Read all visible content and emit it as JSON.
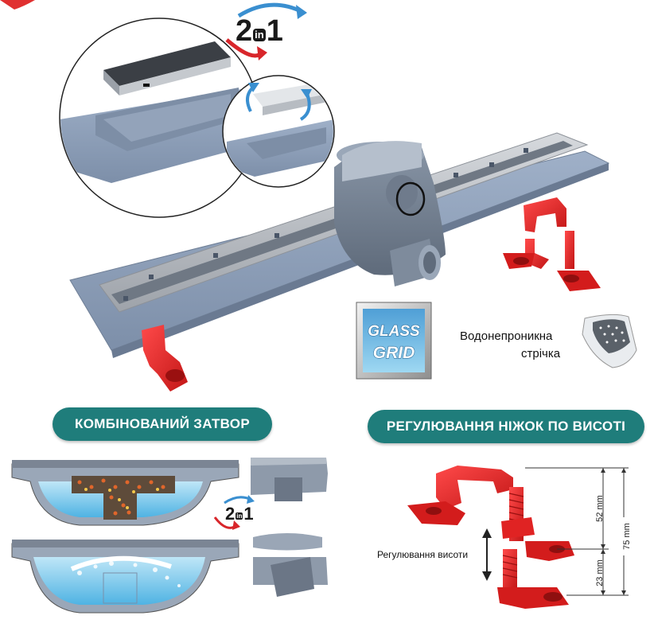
{
  "badge": {
    "two": "2",
    "in": "in",
    "one": "1"
  },
  "glass_grid": {
    "line1": "GLASS",
    "line2": "GRID"
  },
  "tape": {
    "line1": "Водонепроникна",
    "line2": "стрічка"
  },
  "sections": {
    "combined_trap": "КОМБІНОВАНИЙ ЗАТВОР",
    "leg_height": "РЕГУЛЮВАННЯ НІЖОК ПО ВИСОТІ"
  },
  "leg_diagram": {
    "adjust_label": "Регулювання висоти",
    "dim_top": "52 mm",
    "dim_bottom": "23 mm",
    "dim_total": "75 mm"
  },
  "colors": {
    "accent_teal": "#1f7d7b",
    "leg_red": "#e8252a",
    "body_blue_gray": "#8a9db8",
    "steel": "#b8bcc2",
    "water_blue": "#6ec3ea",
    "arrow_blue": "#3a8fd0",
    "arrow_red": "#d8262b"
  }
}
